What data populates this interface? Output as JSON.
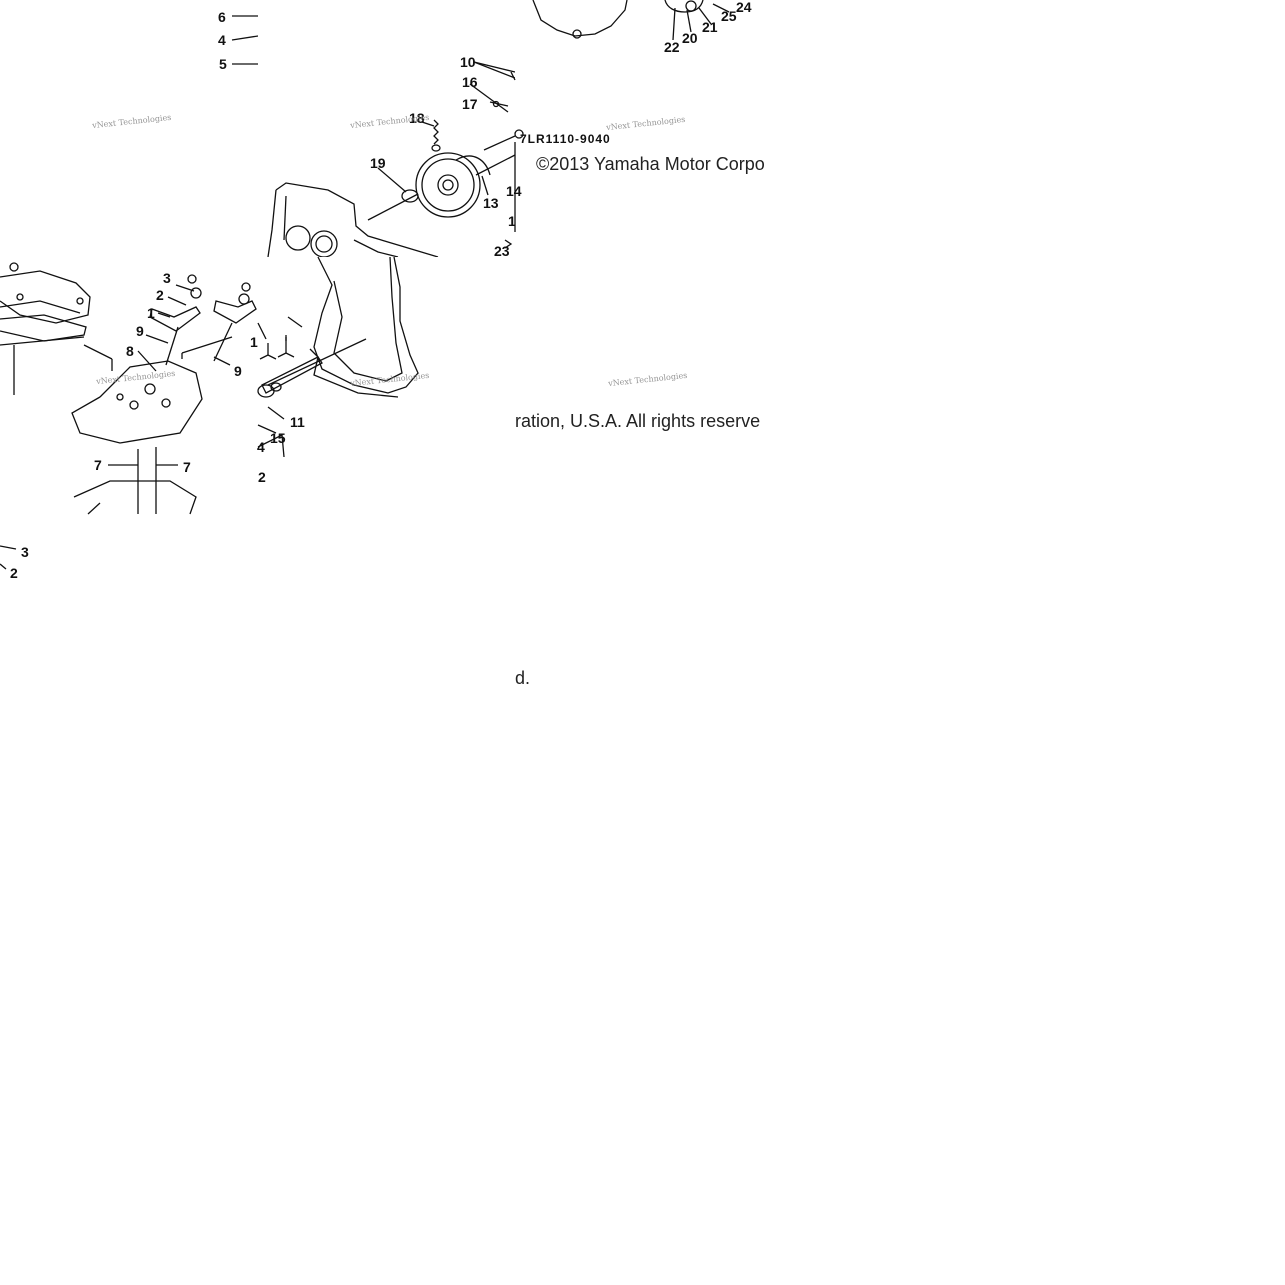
{
  "diagram": {
    "part_number": "7LR1110-9040",
    "copyright_line_1": "©2013 Yamaha Motor Corpo",
    "copyright_line_2": "ration, U.S.A. All rights reserve",
    "copyright_line_3": "d.",
    "watermark": "vNext Technologies",
    "watermark_bg": "vNext Technologies",
    "callouts": {
      "c1": "6",
      "c2": "4",
      "c3": "5",
      "c4": "10",
      "c5": "16",
      "c6": "17",
      "c7": "18",
      "c8": "19",
      "c9": "13",
      "c10": "14",
      "c11": "1",
      "c12": "23",
      "c13": "22",
      "c14": "20",
      "c15": "21",
      "c16": "25",
      "c17": "24",
      "c18": "3",
      "c19": "2",
      "c20": "1",
      "c21": "9",
      "c22": "8",
      "c23": "9",
      "c24": "7",
      "c25": "7",
      "c26": "1",
      "c27": "11",
      "c28": "15",
      "c29": "4",
      "c30": "2",
      "c31": "3",
      "c32": "2"
    }
  }
}
